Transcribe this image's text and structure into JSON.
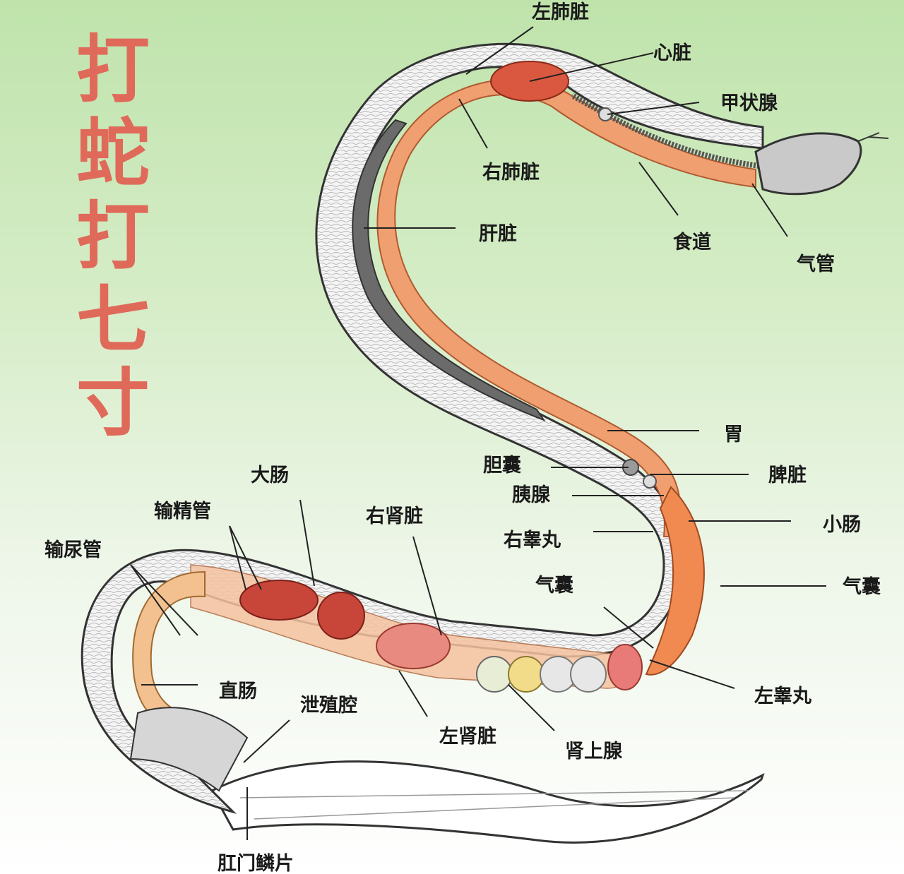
{
  "title": [
    "打",
    "蛇",
    "打",
    "七",
    "寸"
  ],
  "labels": {
    "left_lung": "左肺脏",
    "heart": "心脏",
    "thyroid": "甲状腺",
    "right_lung": "右肺脏",
    "liver": "肝脏",
    "esophagus": "食道",
    "trachea": "气管",
    "stomach": "胃",
    "gallbladder": "胆囊",
    "spleen": "脾脏",
    "pancreas": "胰腺",
    "small_intestine": "小肠",
    "right_testis": "右睾丸",
    "air_sac_inner": "气囊",
    "air_sac_outer": "气囊",
    "large_intestine": "大肠",
    "vas_deferens": "输精管",
    "right_kidney": "右肾脏",
    "ureter": "输尿管",
    "rectum": "直肠",
    "cloaca": "泄殖腔",
    "left_kidney": "左肾脏",
    "adrenal": "肾上腺",
    "left_testis": "左睾丸",
    "anal_scale": "肛门鳞片"
  },
  "colors": {
    "title": "#e06a5a",
    "organ_red": "#d9583f",
    "organ_orange": "#f0a070",
    "liver_gray": "#6b6b6b",
    "body_outline": "#444444"
  }
}
